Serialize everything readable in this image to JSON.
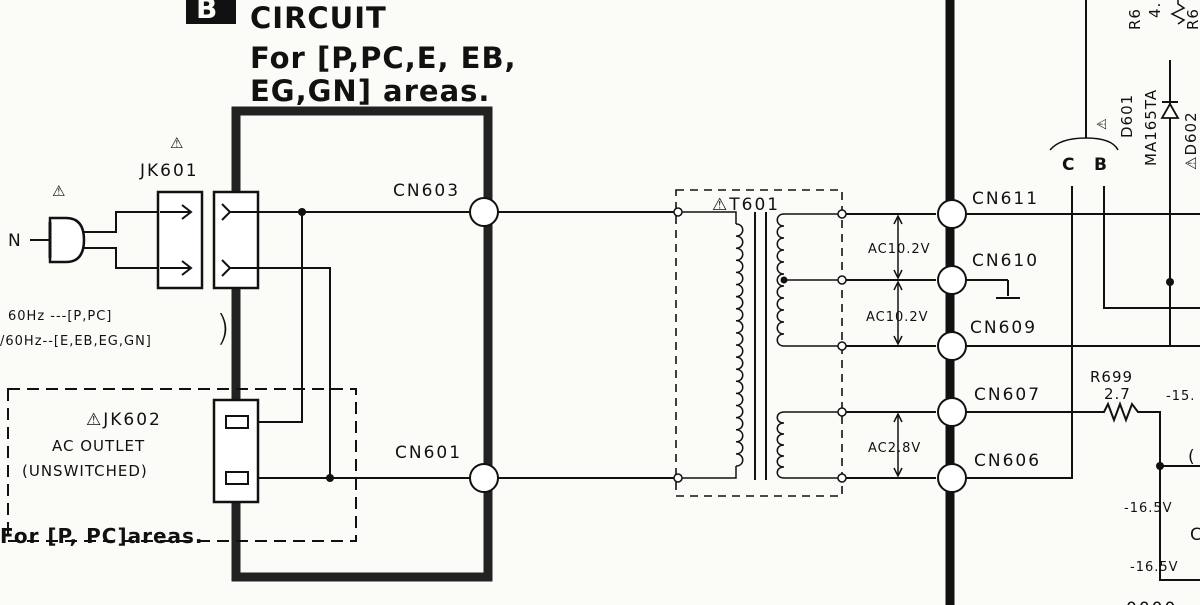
{
  "title": {
    "badge": "B",
    "line1": "CIRCUIT",
    "line2": "For [P,PC,E, EB,",
    "line3": "EG,GN] areas."
  },
  "plug": {
    "warn": "⚠",
    "label_n": "N"
  },
  "jk601": {
    "warn": "⚠",
    "label": "JK601"
  },
  "freq": {
    "line1": "60Hz ---[P,PC]",
    "line2": "/60Hz--[E,EB,EG,GN]",
    "bracket": ")"
  },
  "jk602": {
    "label": "⚠JK602",
    "line2": "AC OUTLET",
    "line3": "(UNSWITCHED)",
    "areas": "For [P, PC]areas."
  },
  "connectors_left": [
    "CN603",
    "CN601"
  ],
  "transformer": {
    "label": "⚠T601"
  },
  "voltages": [
    "AC10.2V",
    "AC10.2V",
    "AC2.8V"
  ],
  "connectors_right": [
    "CN611",
    "CN610",
    "CN609",
    "CN607",
    "CN606"
  ],
  "right_section": {
    "d601_warn": "⚠",
    "d601_name": "D601",
    "d601_part": "MA165TA",
    "d602": "⚠D602",
    "label_c": "C",
    "label_b": "B",
    "r_top_1": "R6",
    "r_top_2": "4.",
    "r_top_3": "R6",
    "r699_name": "R699",
    "r699_value": "2.7",
    "v1": "-15.",
    "v2": "-16.5V",
    "v3": "-16.5V",
    "corner_1": "(",
    "corner_2": "C",
    "bottom_cut": "0000"
  }
}
